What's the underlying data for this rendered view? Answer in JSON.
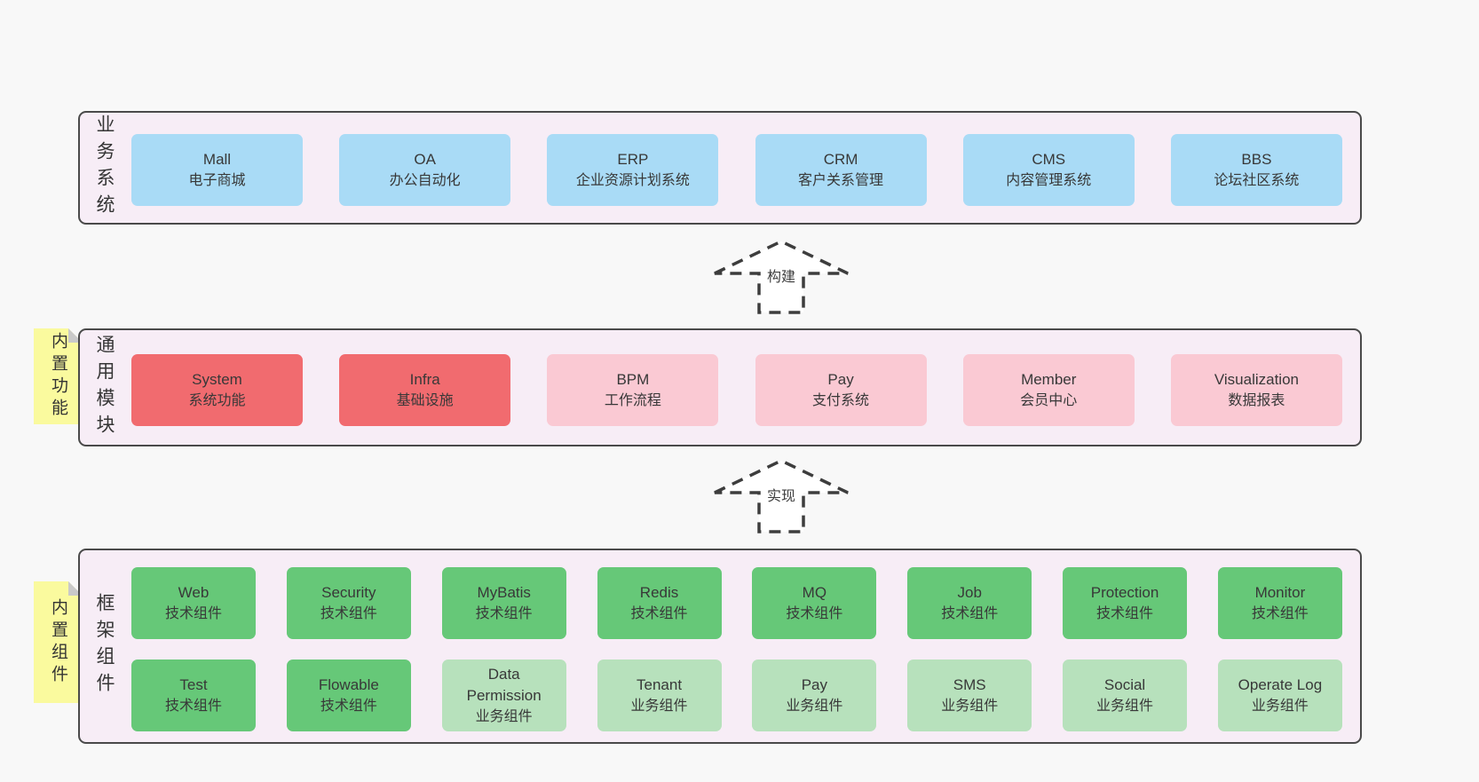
{
  "palette": {
    "page_bg": "#f8f8f8",
    "panel_bg": "#f7edf6",
    "panel_border": "#4a4a4a",
    "blue": "#a9dbf6",
    "red": "#f16b6f",
    "pink": "#fac9d3",
    "green": "#66c878",
    "green_light": "#b7e1bc",
    "note_yellow": "#fafa9e",
    "note_fold_gray": "#c9c9c9",
    "text": "#3d3d3d"
  },
  "arrows": {
    "build": "构建",
    "implement": "实现"
  },
  "sections": {
    "business": {
      "label": "业务系统",
      "boxes": [
        {
          "title": "Mall",
          "subtitle": "电子商城",
          "variant": "blue"
        },
        {
          "title": "OA",
          "subtitle": "办公自动化",
          "variant": "blue"
        },
        {
          "title": "ERP",
          "subtitle": "企业资源计划系统",
          "variant": "blue"
        },
        {
          "title": "CRM",
          "subtitle": "客户关系管理",
          "variant": "blue"
        },
        {
          "title": "CMS",
          "subtitle": "内容管理系统",
          "variant": "blue"
        },
        {
          "title": "BBS",
          "subtitle": "论坛社区系统",
          "variant": "blue"
        }
      ]
    },
    "modules": {
      "label": "通用模块",
      "note": "内置功能",
      "boxes": [
        {
          "title": "System",
          "subtitle": "系统功能",
          "variant": "red"
        },
        {
          "title": "Infra",
          "subtitle": "基础设施",
          "variant": "red"
        },
        {
          "title": "BPM",
          "subtitle": "工作流程",
          "variant": "pink"
        },
        {
          "title": "Pay",
          "subtitle": "支付系统",
          "variant": "pink"
        },
        {
          "title": "Member",
          "subtitle": "会员中心",
          "variant": "pink"
        },
        {
          "title": "Visualization",
          "subtitle": "数据报表",
          "variant": "pink"
        }
      ]
    },
    "framework": {
      "label": "框架组件",
      "note": "内置组件",
      "rows": [
        [
          {
            "title": "Web",
            "subtitle": "技术组件",
            "variant": "green"
          },
          {
            "title": "Security",
            "subtitle": "技术组件",
            "variant": "green"
          },
          {
            "title": "MyBatis",
            "subtitle": "技术组件",
            "variant": "green"
          },
          {
            "title": "Redis",
            "subtitle": "技术组件",
            "variant": "green"
          },
          {
            "title": "MQ",
            "subtitle": "技术组件",
            "variant": "green"
          },
          {
            "title": "Job",
            "subtitle": "技术组件",
            "variant": "green"
          },
          {
            "title": "Protection",
            "subtitle": "技术组件",
            "variant": "green"
          },
          {
            "title": "Monitor",
            "subtitle": "技术组件",
            "variant": "green"
          }
        ],
        [
          {
            "title": "Test",
            "subtitle": "技术组件",
            "variant": "green"
          },
          {
            "title": "Flowable",
            "subtitle": "技术组件",
            "variant": "green"
          },
          {
            "title": "Data Permission",
            "subtitle": "业务组件",
            "variant": "green-light"
          },
          {
            "title": "Tenant",
            "subtitle": "业务组件",
            "variant": "green-light"
          },
          {
            "title": "Pay",
            "subtitle": "业务组件",
            "variant": "green-light"
          },
          {
            "title": "SMS",
            "subtitle": "业务组件",
            "variant": "green-light"
          },
          {
            "title": "Social",
            "subtitle": "业务组件",
            "variant": "green-light"
          },
          {
            "title": "Operate Log",
            "subtitle": "业务组件",
            "variant": "green-light"
          }
        ]
      ]
    }
  }
}
